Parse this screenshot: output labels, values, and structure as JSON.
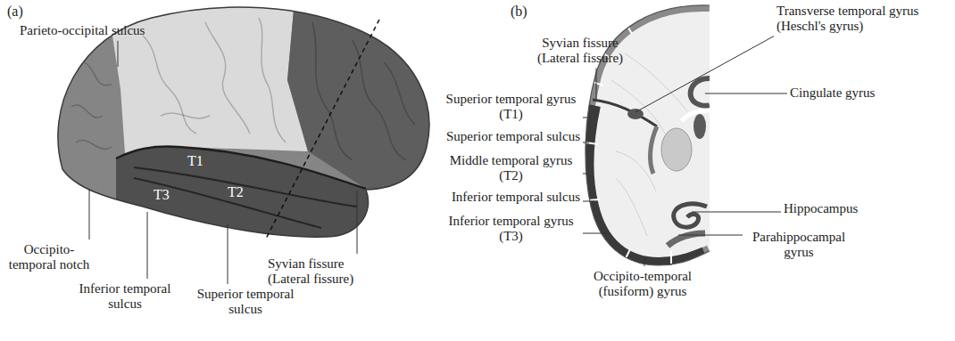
{
  "diagram": {
    "labels": [
      "(a)",
      "Parieto-occipital sulcus",
      "T1",
      "T3",
      "T2",
      "Occipito- temporal notch",
      "Inferior temporal sulcus",
      "Superior temporal sulcus",
      "Syvian fissure (Lateral fissure)",
      "(b)",
      "Syvian fissure (Lateral fissure)",
      "Transverse temporal gyrus (Heschl's gyrus)",
      "Cingulate gyrus",
      "Superior temporal gyrus (T1)",
      "Superior temporal sulcus",
      "Middle temporal gyrus (T2)",
      "Inferior temporal sulcus",
      "Hippocampus",
      "Inferior temporal gyrus (T3)",
      "Parahippocampal gyrus",
      "Occipito-temporal (fusiform) gyrus"
    ]
  }
}
